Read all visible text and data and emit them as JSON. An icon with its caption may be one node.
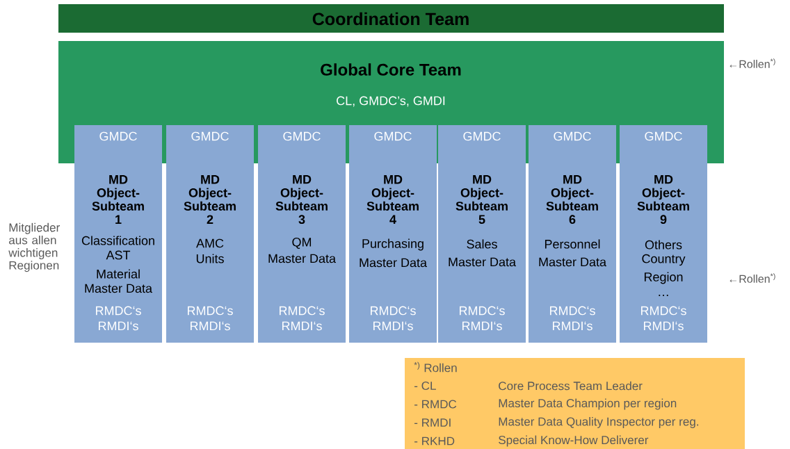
{
  "diagram": {
    "nodes": [
      {
        "text": [
          "Coordination Team"
        ]
      },
      {
        "text": [
          "Global Core Team",
          "CL, GMDC’s, GMDI"
        ]
      },
      {
        "text": [
          "GMDC",
          "MD Object-Subteam 1",
          "Classification",
          "AST",
          "Material",
          "Master Data",
          "RMDC‘s",
          "RMDI‘s"
        ]
      },
      {
        "text": [
          "GMDC",
          "MD Object-Subteam 2",
          "AMC",
          "Units",
          "RMDC‘s",
          "RMDI‘s"
        ]
      },
      {
        "text": [
          "GMDC",
          "MD Object-Subteam 3",
          "QM",
          "Master Data",
          "RMDC‘s",
          "RMDI‘s"
        ]
      },
      {
        "text": [
          "GMDC",
          "MD Object-Subteam 4",
          "Purchasing",
          "Master Data",
          "RMDC‘s",
          "RMDI‘s"
        ]
      },
      {
        "text": [
          "GMDC",
          "MD Object-Subteam 5",
          "Sales",
          "Master Data",
          "RMDC‘s",
          "RMDI‘s"
        ]
      },
      {
        "text": [
          "GMDC",
          "MD Object-Subteam 6",
          "Personnel",
          "Master Data",
          "RMDC‘s",
          "RMDI‘s"
        ]
      },
      {
        "text": [
          "GMDC",
          "MD Object-Subteam 9",
          "Others",
          "Country",
          "Region",
          "…",
          "RMDC‘s",
          "RMDI‘s"
        ]
      },
      {
        "text": [
          "$^{*)}$ Rollen",
          "- CL",
          "Core Process Team Leader",
          "- RMDC",
          "Master Data Champion per region",
          "- RMDI",
          "Master Data Quality Inspector per reg.",
          "- RKHD",
          "Special Know-How Deliverer"
        ]
      }
    ],
    "labels": [
      "←Rollen$^{*)}$",
      "Mitglieder aus allen wichtigen Regionen",
      "←Rollen$^{*)}$"
    ]
  }
}
